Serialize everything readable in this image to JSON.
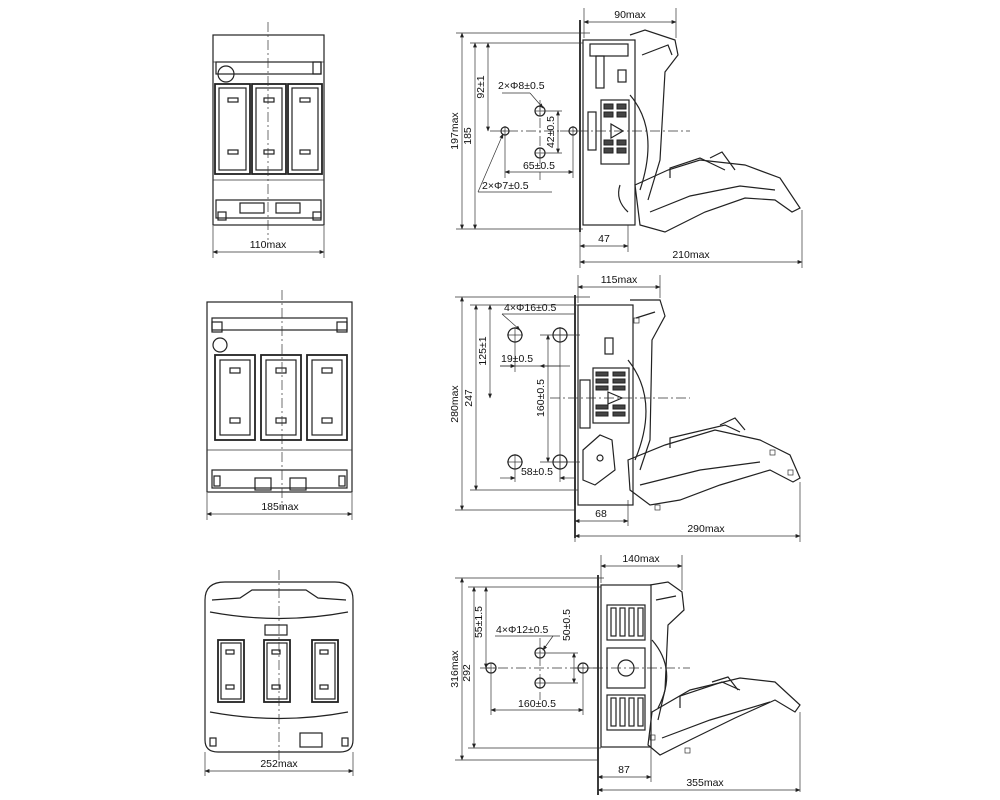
{
  "views": {
    "small": {
      "front_width": "110max",
      "side_top_width": "90max",
      "total_height": "197max",
      "height": "185",
      "hole_top": "92±1",
      "holes_large": "2×Φ8±0.5",
      "hole_vertical": "42±0.5",
      "hole_horizontal": "65±0.5",
      "holes_small": "2×Φ7±0.5",
      "base_depth": "47",
      "total_depth": "210max"
    },
    "medium": {
      "front_width": "185max",
      "side_top_width": "115max",
      "holes": "4×Φ16±0.5",
      "hole_top": "125±1",
      "hole_offset": "19±0.5",
      "total_height": "280max",
      "height": "247",
      "hole_vertical": "160±0.5",
      "hole_horizontal": "58±0.5",
      "base_depth": "68",
      "total_depth": "290max"
    },
    "large": {
      "front_width": "252max",
      "side_top_width": "140max",
      "hole_top": "55±1.5",
      "holes": "4×Φ12±0.5",
      "hole_vertical": "50±0.5",
      "total_height": "316max",
      "height": "292",
      "hole_horizontal": "160±0.5",
      "base_depth": "87",
      "total_depth": "355max"
    }
  }
}
